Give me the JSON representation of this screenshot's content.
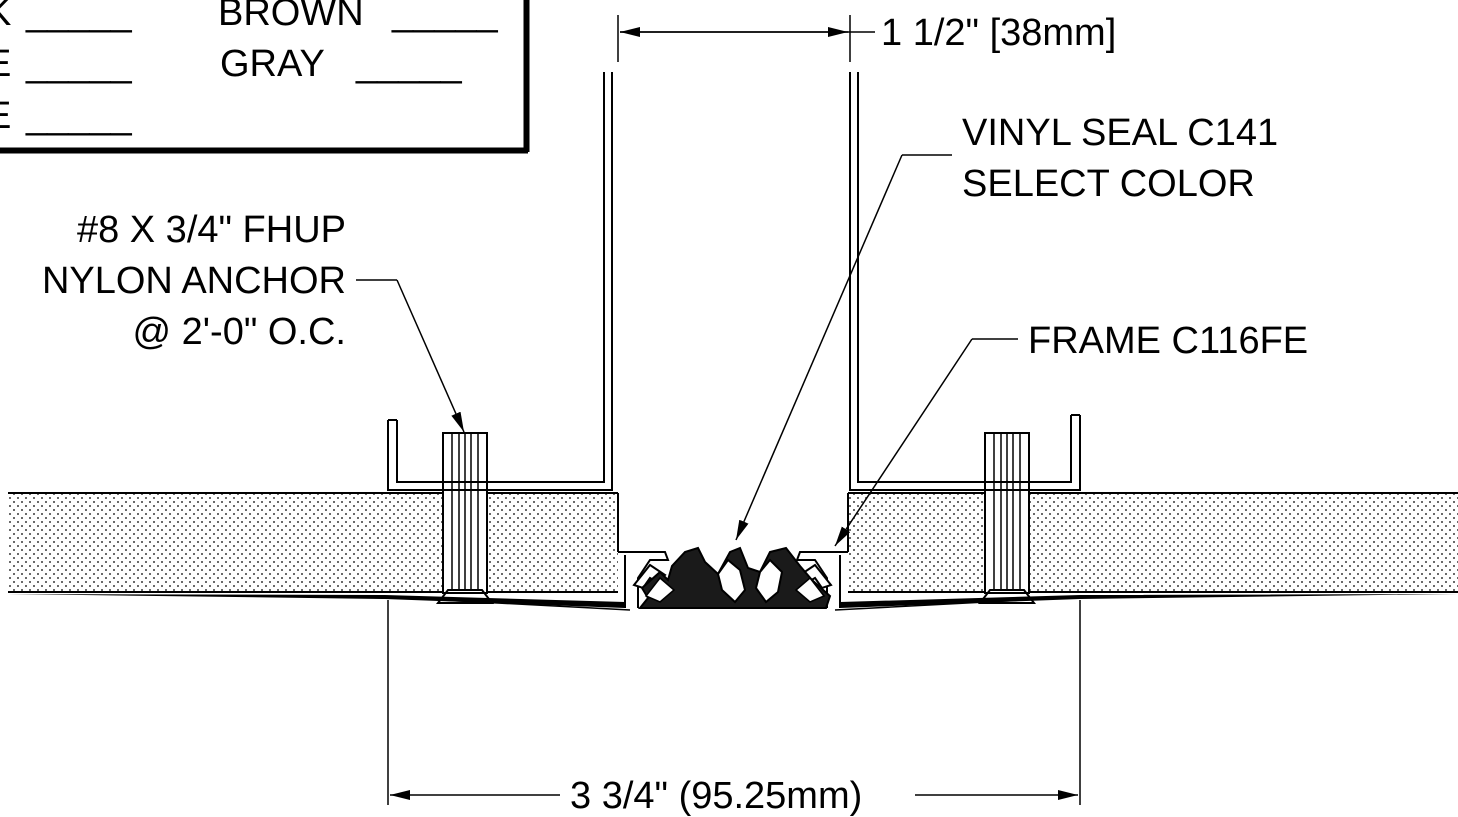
{
  "color_box": {
    "left_items": [
      {
        "label_fragment": "K",
        "blank": "_____"
      },
      {
        "label_fragment": "E",
        "blank": "_____"
      },
      {
        "label_fragment": "E",
        "blank": "_____"
      }
    ],
    "right_items": [
      {
        "label": "BROWN",
        "blank": "_____"
      },
      {
        "label": "GRAY",
        "blank": "_____"
      }
    ]
  },
  "dimensions": {
    "top": "1 1/2\" [38mm]",
    "bottom": "3 3/4\" (95.25mm)"
  },
  "callouts": {
    "anchor": [
      "#8 X 3/4\" FHUP",
      "NYLON ANCHOR",
      "@ 2'-0\" O.C."
    ],
    "seal": [
      "VINYL SEAL C141",
      "SELECT COLOR"
    ],
    "frame": [
      "FRAME C116FE"
    ]
  },
  "colors": {
    "line": "#000000",
    "background": "#ffffff",
    "seal_fill": "#1a1a1a"
  }
}
